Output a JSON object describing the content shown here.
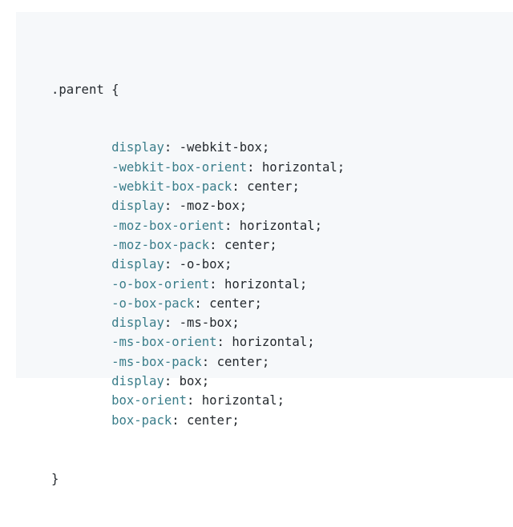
{
  "code": {
    "selector_line": ".parent {",
    "declarations": [
      {
        "property": "display",
        "value": "-webkit-box"
      },
      {
        "property": "-webkit-box-orient",
        "value": "horizontal"
      },
      {
        "property": "-webkit-box-pack",
        "value": "center"
      },
      {
        "property": "display",
        "value": "-moz-box"
      },
      {
        "property": "-moz-box-orient",
        "value": "horizontal"
      },
      {
        "property": "-moz-box-pack",
        "value": "center"
      },
      {
        "property": "display",
        "value": "-o-box"
      },
      {
        "property": "-o-box-orient",
        "value": "horizontal"
      },
      {
        "property": "-o-box-pack",
        "value": "center"
      },
      {
        "property": "display",
        "value": "-ms-box"
      },
      {
        "property": "-ms-box-orient",
        "value": "horizontal"
      },
      {
        "property": "-ms-box-pack",
        "value": "center"
      },
      {
        "property": "display",
        "value": "box"
      },
      {
        "property": "box-orient",
        "value": "horizontal"
      },
      {
        "property": "box-pack",
        "value": "center"
      }
    ],
    "closing_line": "}"
  },
  "colors": {
    "property": "#3a7d8a",
    "text": "#24292e",
    "background": "#f6f8fa"
  }
}
